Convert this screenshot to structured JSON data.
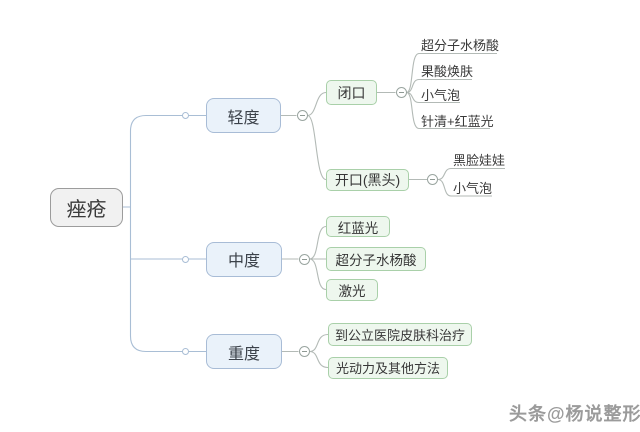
{
  "watermark": "头条@杨说整形",
  "colors": {
    "branch_node_fill": "#eaf2fa",
    "branch_node_border": "#a8bcd6",
    "leaf_node_fill": "#eef7ee",
    "leaf_node_border": "#a9d0a9",
    "root_node_fill": "#f1f1f1",
    "root_node_border": "#9c9c9c",
    "line_blue": "#a9bed5",
    "line_gray": "#b3bab6"
  },
  "icons": {
    "collapse_button": "minus-circle-icon",
    "connector_dot": "small-circle-icon"
  },
  "mindmap": {
    "root": {
      "label": "痤疮"
    },
    "branches": [
      {
        "label": "轻度",
        "children": [
          {
            "label": "闭口",
            "children": [
              {
                "label": "超分子水杨酸"
              },
              {
                "label": "果酸焕肤"
              },
              {
                "label": "小气泡"
              },
              {
                "label": "针清+红蓝光"
              }
            ]
          },
          {
            "label": "开口(黑头)",
            "children": [
              {
                "label": "黑脸娃娃"
              },
              {
                "label": "小气泡"
              }
            ]
          }
        ]
      },
      {
        "label": "中度",
        "children": [
          {
            "label": "红蓝光"
          },
          {
            "label": "超分子水杨酸"
          },
          {
            "label": "激光"
          }
        ]
      },
      {
        "label": "重度",
        "children": [
          {
            "label": "到公立医院皮肤科治疗"
          },
          {
            "label": "光动力及其他方法"
          }
        ]
      }
    ]
  }
}
